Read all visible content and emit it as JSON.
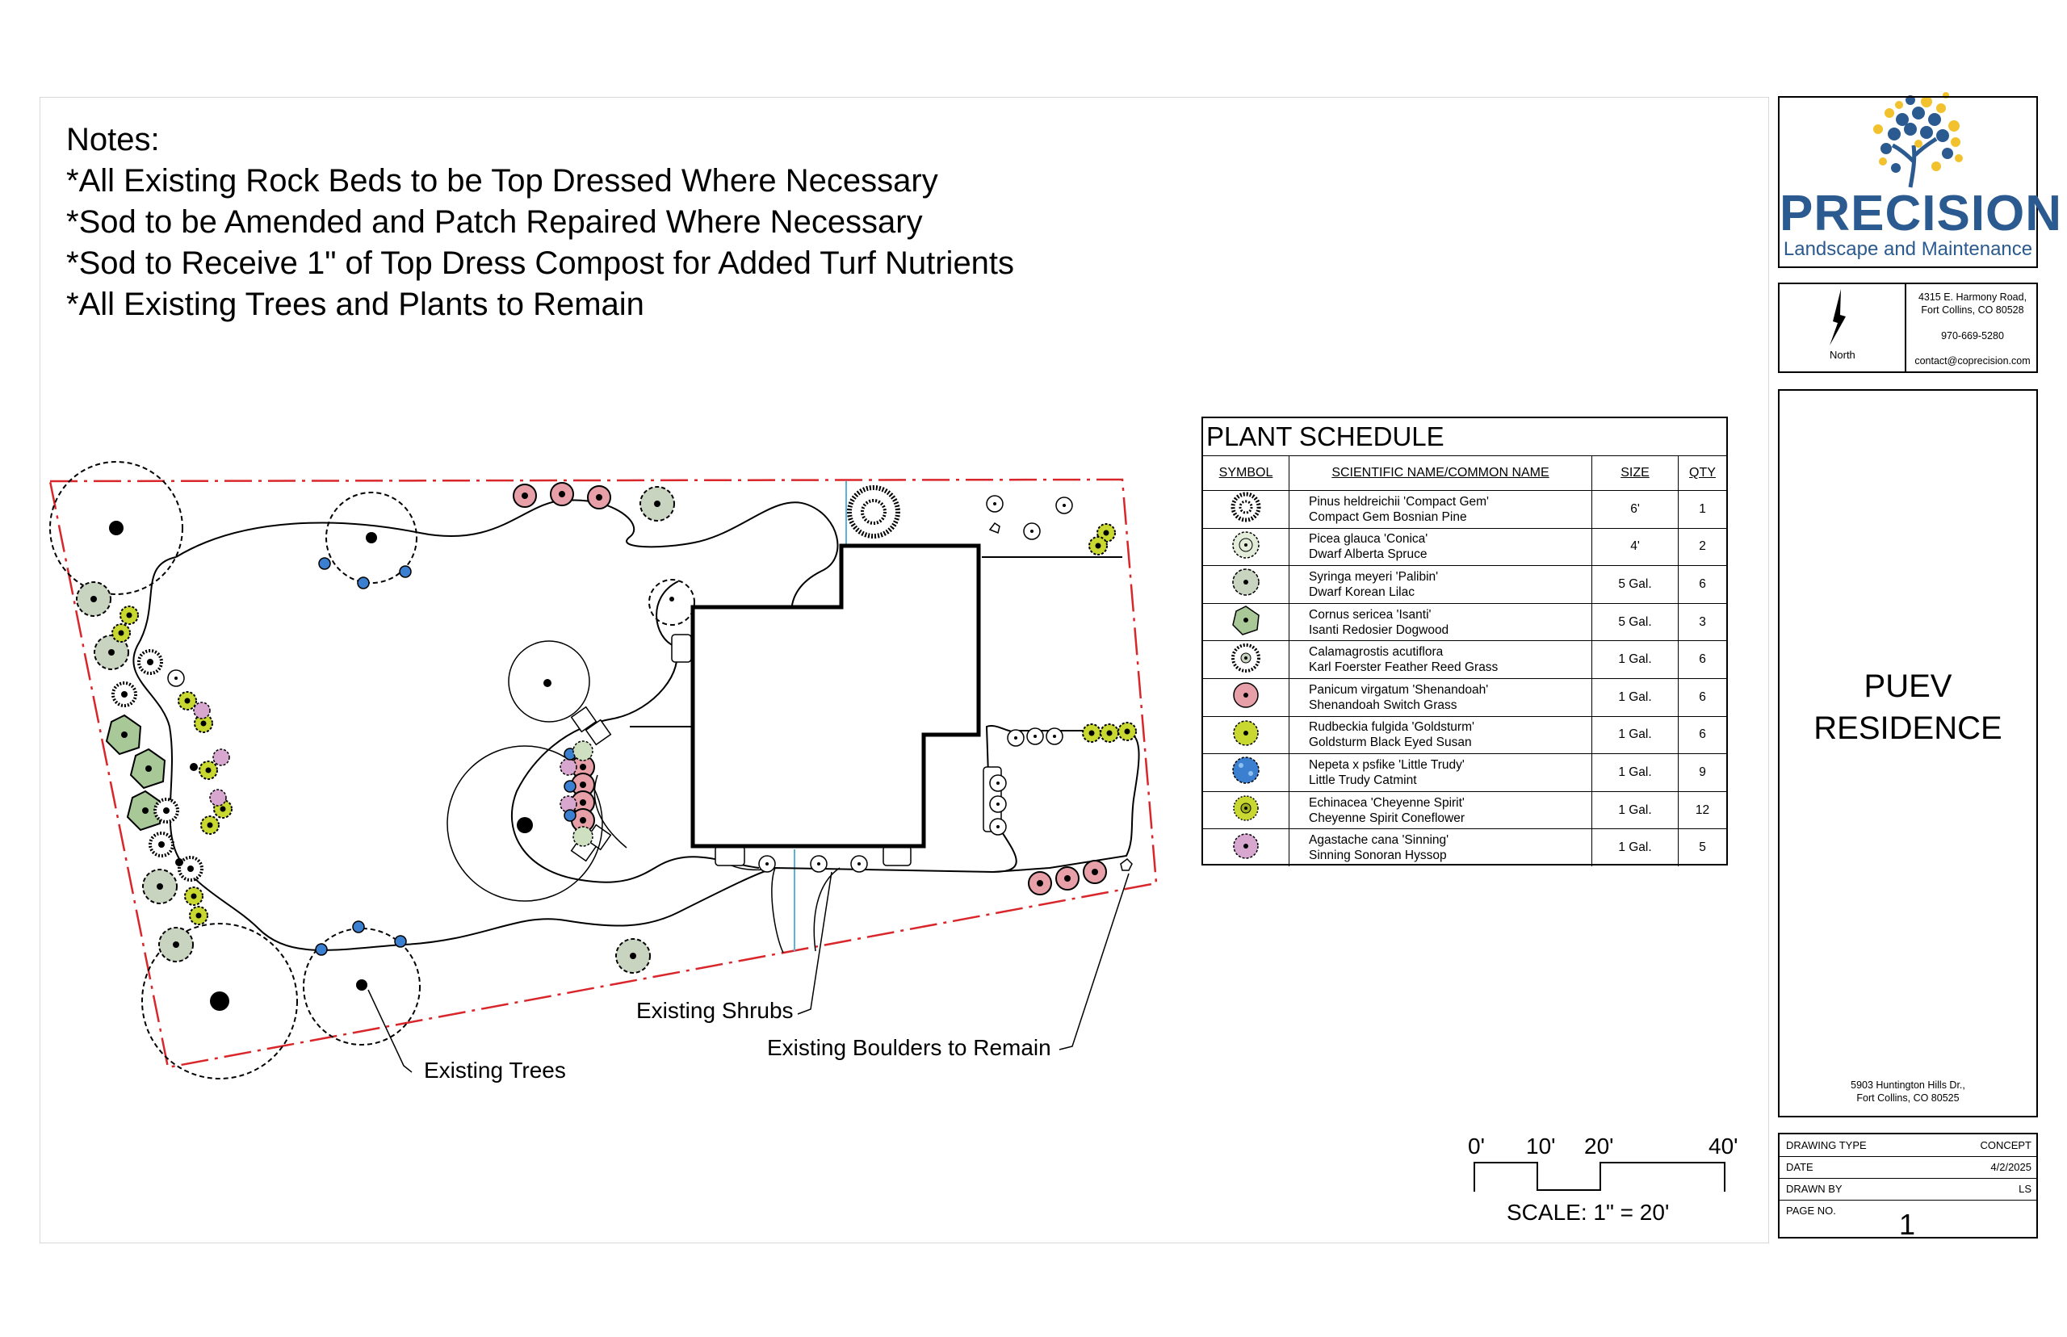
{
  "notes": {
    "heading": "Notes:",
    "items": [
      "*All Existing Rock Beds to be Top Dressed Where Necessary",
      "*Sod to be Amended and Patch Repaired Where Necessary",
      "*Sod to Receive 1\" of Top Dress Compost for Added Turf Nutrients",
      "*All Existing Trees and Plants to Remain"
    ]
  },
  "callouts": {
    "existing_trees": "Existing Trees",
    "existing_shrubs": "Existing Shrubs",
    "existing_boulders": "Existing Boulders to Remain"
  },
  "plant_schedule": {
    "title": "PLANT SCHEDULE",
    "headers": [
      "SYMBOL",
      "SCIENTIFIC NAME/COMMON NAME",
      "SIZE",
      "QTY"
    ],
    "rows": [
      {
        "symbol": "pine-symbol-icon",
        "scientific": "Pinus heldreichii 'Compact Gem'",
        "common": "Compact Gem Bosnian Pine",
        "size": "6'",
        "qty": "1"
      },
      {
        "symbol": "spruce-symbol-icon",
        "scientific": "Picea glauca 'Conica'",
        "common": "Dwarf Alberta Spruce",
        "size": "4'",
        "qty": "2"
      },
      {
        "symbol": "lilac-symbol-icon",
        "scientific": "Syringa meyeri 'Palibin'",
        "common": "Dwarf Korean Lilac",
        "size": "5 Gal.",
        "qty": "6"
      },
      {
        "symbol": "dogwood-symbol-icon",
        "scientific": "Cornus sericea 'Isanti'",
        "common": "Isanti Redosier Dogwood",
        "size": "5 Gal.",
        "qty": "3"
      },
      {
        "symbol": "reed-grass-symbol-icon",
        "scientific": "Calamagrostis acutiflora",
        "common": "Karl Foerster Feather Reed Grass",
        "size": "1 Gal.",
        "qty": "6"
      },
      {
        "symbol": "switch-grass-symbol-icon",
        "scientific": "Panicum virgatum 'Shenandoah'",
        "common": "Shenandoah Switch Grass",
        "size": "1 Gal.",
        "qty": "6"
      },
      {
        "symbol": "rudbeckia-symbol-icon",
        "scientific": "Rudbeckia fulgida 'Goldsturm'",
        "common": "Goldsturm Black Eyed Susan",
        "size": "1 Gal.",
        "qty": "6"
      },
      {
        "symbol": "catmint-symbol-icon",
        "scientific": "Nepeta x psfike 'Little Trudy'",
        "common": "Little Trudy Catmint",
        "size": "1 Gal.",
        "qty": "9"
      },
      {
        "symbol": "coneflower-symbol-icon",
        "scientific": "Echinacea 'Cheyenne Spirit'",
        "common": "Cheyenne Spirit Coneflower",
        "size": "1 Gal.",
        "qty": "12"
      },
      {
        "symbol": "hyssop-symbol-icon",
        "scientific": "Agastache cana 'Sinning'",
        "common": "Sinning Sonoran Hyssop",
        "size": "1 Gal.",
        "qty": "5"
      }
    ]
  },
  "logo": {
    "brand": "PRECISION",
    "subtitle": "Landscape and Maintenance"
  },
  "company": {
    "address_line1": "4315 E. Harmony Road,",
    "address_line2": "Fort Collins, CO 80528",
    "phone": "970-669-5280",
    "email": "contact@coprecision.com"
  },
  "north_label": "North",
  "project": {
    "title_line1": "PUEV",
    "title_line2": "RESIDENCE",
    "address_line1": "5903 Huntington Hills Dr.,",
    "address_line2": "Fort Collins, CO 80525"
  },
  "info": {
    "drawing_type_label": "DRAWING TYPE",
    "drawing_type_value": "CONCEPT",
    "date_label": "DATE",
    "date_value": "4/2/2025",
    "drawn_by_label": "DRAWN BY",
    "drawn_by_value": "LS",
    "page_no_label": "PAGE NO.",
    "page_no_value": "1"
  },
  "scale": {
    "ticks": [
      "0'",
      "10'",
      "20'",
      "40'"
    ],
    "text": "SCALE: 1\" = 20'"
  },
  "colors": {
    "property_line": "#d9262b",
    "brand_blue": "#2a5a8f",
    "brand_gold": "#f2c12e",
    "switch_grass": "#e8a0a8",
    "rudbeckia": "#c8d830",
    "catmint": "#3b7fd0",
    "lilac": "#c9d4c0",
    "hyssop": "#d7a7d0",
    "utility_line": "#58b4d8"
  }
}
